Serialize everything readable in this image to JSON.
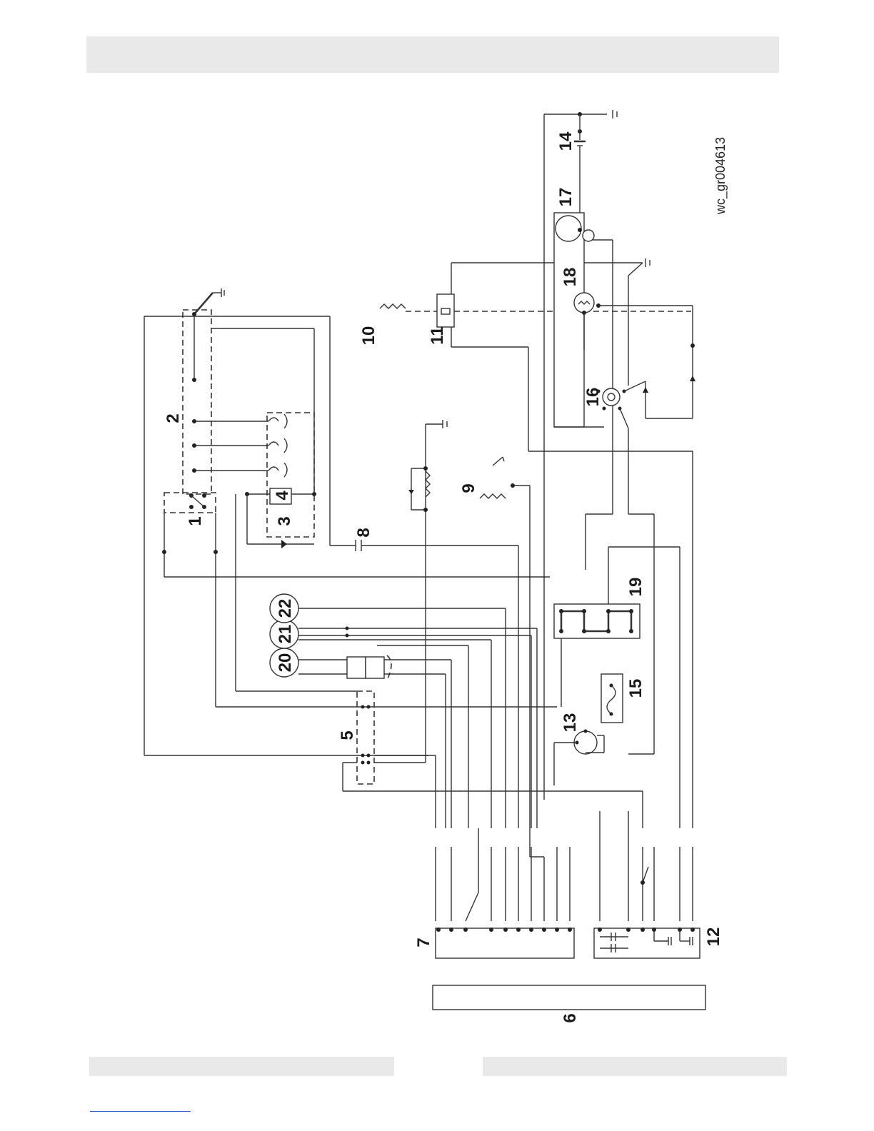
{
  "figure_id": "wc_gr004613",
  "components": [
    {
      "id": "1",
      "label": "1"
    },
    {
      "id": "2",
      "label": "2"
    },
    {
      "id": "3",
      "label": "3"
    },
    {
      "id": "4",
      "label": "4"
    },
    {
      "id": "5",
      "label": "5"
    },
    {
      "id": "6",
      "label": "6"
    },
    {
      "id": "7",
      "label": "7"
    },
    {
      "id": "8",
      "label": "8"
    },
    {
      "id": "9",
      "label": "9"
    },
    {
      "id": "10",
      "label": "10"
    },
    {
      "id": "11",
      "label": "11"
    },
    {
      "id": "12",
      "label": "12"
    },
    {
      "id": "13",
      "label": "13"
    },
    {
      "id": "14",
      "label": "14"
    },
    {
      "id": "15",
      "label": "15"
    },
    {
      "id": "16",
      "label": "16"
    },
    {
      "id": "17",
      "label": "17"
    },
    {
      "id": "18",
      "label": "18"
    },
    {
      "id": "19",
      "label": "19"
    },
    {
      "id": "20",
      "label": "20"
    },
    {
      "id": "21",
      "label": "21"
    },
    {
      "id": "22",
      "label": "22"
    }
  ]
}
